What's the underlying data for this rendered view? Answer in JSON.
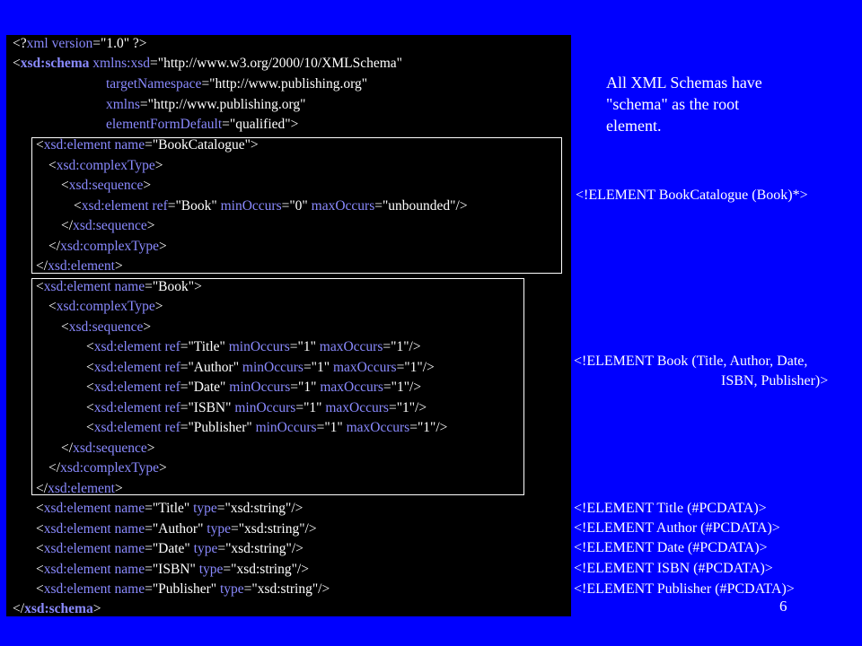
{
  "code": {
    "l1": {
      "open": "<?",
      "tag": "xml",
      "attr": " version",
      "eq": "=\"1.0\" ?>"
    },
    "l2": {
      "lt": "<",
      "tag": "xsd:schema",
      "attr": " xmlns:xsd",
      "val": "=\"http://www.w3.org/2000/10/XMLSchema\""
    },
    "l3": {
      "attr": "targetNamespace",
      "val": "=\"http://www.publishing.org\""
    },
    "l4": {
      "attr": "xmlns",
      "val": "=\"http://www.publishing.org\""
    },
    "l5": {
      "attr": "elementFormDefault",
      "val": "=\"qualified\">"
    },
    "l6": {
      "lt": "<",
      "tag": "xsd:element",
      "attr": " name",
      "val": "=\"BookCatalogue\">"
    },
    "l7": {
      "lt": "<",
      "tag": "xsd:complexType",
      "gt": ">"
    },
    "l8": {
      "lt": "<",
      "tag": "xsd:sequence",
      "gt": ">"
    },
    "l9": {
      "lt": "<",
      "tag": "xsd:element",
      "attr1": " ref",
      "val1": "=\"Book\"",
      "attr2": " minOccurs",
      "val2": "=\"0\"",
      "attr3": " maxOccurs",
      "val3": "=\"unbounded\"/>"
    },
    "l10": {
      "lt": "</",
      "tag": "xsd:sequence",
      "gt": ">"
    },
    "l11": {
      "lt": "</",
      "tag": "xsd:complexType",
      "gt": ">"
    },
    "l12": {
      "lt": "</",
      "tag": "xsd:element",
      "gt": ">"
    },
    "l13": {
      "lt": "<",
      "tag": "xsd:element",
      "attr": " name",
      "val": "=\"Book\">"
    },
    "l14": {
      "lt": "<",
      "tag": "xsd:complexType",
      "gt": ">"
    },
    "l15": {
      "lt": "<",
      "tag": "xsd:sequence",
      "gt": ">"
    },
    "refs": [
      {
        "lt": "<",
        "tag": "xsd:element",
        "attr1": " ref",
        "val1": "=\"Title\"",
        "attr2": " minOccurs",
        "val2": "=\"1\"",
        "attr3": " maxOccurs",
        "val3": "=\"1\"/>"
      },
      {
        "lt": "<",
        "tag": "xsd:element",
        "attr1": " ref",
        "val1": "=\"Author\"",
        "attr2": " minOccurs",
        "val2": "=\"1\"",
        "attr3": " maxOccurs",
        "val3": "=\"1\"/>"
      },
      {
        "lt": "<",
        "tag": "xsd:element",
        "attr1": " ref",
        "val1": "=\"Date\"",
        "attr2": " minOccurs",
        "val2": "=\"1\"",
        "attr3": " maxOccurs",
        "val3": "=\"1\"/>"
      },
      {
        "lt": "<",
        "tag": "xsd:element",
        "attr1": " ref",
        "val1": "=\"ISBN\"",
        "attr2": " minOccurs",
        "val2": "=\"1\"",
        "attr3": " maxOccurs",
        "val3": "=\"1\"/>"
      },
      {
        "lt": "<",
        "tag": "xsd:element",
        "attr1": " ref",
        "val1": "=\"Publisher\"",
        "attr2": " minOccurs",
        "val2": "=\"1\"",
        "attr3": " maxOccurs",
        "val3": "=\"1\"/>"
      }
    ],
    "l21": {
      "lt": "</",
      "tag": "xsd:sequence",
      "gt": ">"
    },
    "l22": {
      "lt": "</",
      "tag": "xsd:complexType",
      "gt": ">"
    },
    "l23": {
      "lt": "</",
      "tag": "xsd:element",
      "gt": ">"
    },
    "simple": [
      {
        "lt": "<",
        "tag": "xsd:element",
        "attr1": " name",
        "val1": "=\"Title\"",
        "attr2": " type",
        "val2": "=\"xsd:string\"/>"
      },
      {
        "lt": "<",
        "tag": "xsd:element",
        "attr1": " name",
        "val1": "=\"Author\"",
        "attr2": " type",
        "val2": "=\"xsd:string\"/>"
      },
      {
        "lt": "<",
        "tag": "xsd:element",
        "attr1": " name",
        "val1": "=\"Date\"",
        "attr2": " type",
        "val2": "=\"xsd:string\"/>"
      },
      {
        "lt": "<",
        "tag": "xsd:element",
        "attr1": " name",
        "val1": "=\"ISBN\"",
        "attr2": " type",
        "val2": "=\"xsd:string\"/>"
      },
      {
        "lt": "<",
        "tag": "xsd:element",
        "attr1": " name",
        "val1": "=\"Publisher\"",
        "attr2": " type",
        "val2": "=\"xsd:string\"/>"
      }
    ],
    "l29": {
      "lt": "</",
      "tag": "xsd:schema",
      "gt": ">"
    }
  },
  "note": {
    "line1": "All XML Schemas have",
    "line2": "\"schema\" as the root",
    "line3": "element."
  },
  "dtd": {
    "bookcatalogue": "<!ELEMENT BookCatalogue (Book)*>",
    "book1": "<!ELEMENT Book (Title, Author, Date,",
    "book2": "ISBN, Publisher)>",
    "title": "<!ELEMENT Title (#PCDATA)>",
    "author": "<!ELEMENT Author (#PCDATA)>",
    "date": "<!ELEMENT Date (#PCDATA)>",
    "isbn": "<!ELEMENT ISBN (#PCDATA)>",
    "publisher": "<!ELEMENT Publisher (#PCDATA)>"
  },
  "page_number": "6",
  "colors": {
    "background": "#0000ff",
    "panel": "#000000",
    "tag": "#6666ff"
  }
}
